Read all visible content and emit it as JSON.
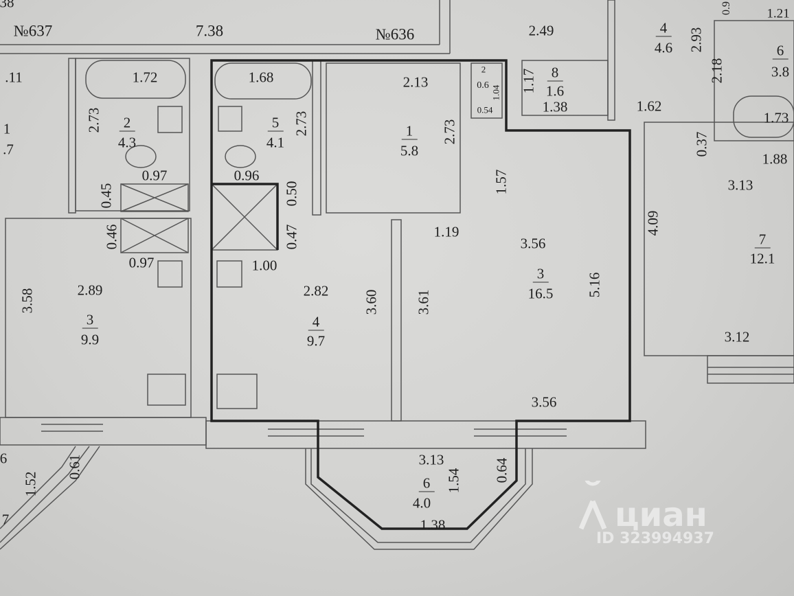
{
  "header": {
    "corner": "38",
    "apt_left": "№637",
    "top_dim": "7.38",
    "apt_center": "№636"
  },
  "apt_637": {
    "room1": {
      "num": "1",
      "area": ".7",
      "dim_top": ".11"
    },
    "bath": {
      "num": "2",
      "area": "4.3",
      "tub": "1.72",
      "height": "2.73",
      "width": "0.97",
      "dim_side": "0.45"
    },
    "shaft": {
      "dim_side": "0.46",
      "width": "0.97"
    },
    "kitchen": {
      "num": "3",
      "area": "9.9",
      "width": "2.89",
      "height": "3.58"
    },
    "balcony": {
      "num": "6",
      "dim1": "1.52",
      "dim2": "0.61",
      "num2": "7"
    }
  },
  "apt_636": {
    "bath": {
      "num": "5",
      "area": "4.1",
      "tub": "1.68",
      "height": "2.73",
      "width": "0.96",
      "dim_side": "0.50"
    },
    "shaft": {
      "dim_side": "0.47",
      "width": "1.00"
    },
    "hall": {
      "num": "1",
      "area": "5.8",
      "width": "2.13",
      "height": "2.73",
      "door": "1.19"
    },
    "closet": {
      "num": "2",
      "area": "0.6",
      "width": "0.54",
      "height": "1.04"
    },
    "kitchen": {
      "num": "4",
      "area": "9.7",
      "width": "2.82",
      "height": "3.60"
    },
    "living": {
      "num": "3",
      "area": "16.5",
      "width_top": "3.56",
      "width_bottom": "3.56",
      "height_left": "3.61",
      "height_right": "5.16",
      "nook": "1.57"
    },
    "loggia": {
      "num": "6",
      "area": "4.0",
      "width": "3.13",
      "bottom": "1.38",
      "side": "1.54",
      "side2": "0.64"
    }
  },
  "apt_635": {
    "corridor": {
      "width": "2.49"
    },
    "room8": {
      "num": "8",
      "area": "1.6",
      "width": "1.38",
      "height": "1.17"
    },
    "room4": {
      "num": "4",
      "area": "4.6",
      "height": "2.93",
      "width": "1.62"
    },
    "room6": {
      "num": "6",
      "area": "3.8",
      "height": "2.18",
      "tub": "1.73",
      "width": "1.88"
    },
    "small": {
      "dim1": "0.9",
      "dim2": "1.21"
    },
    "gap": "0.37",
    "room7": {
      "num": "7",
      "area": "12.1",
      "width_top": "3.13",
      "width_bottom": "3.12",
      "height": "4.09"
    }
  },
  "watermark": {
    "brand": "циан",
    "id": "ID 323994937"
  }
}
